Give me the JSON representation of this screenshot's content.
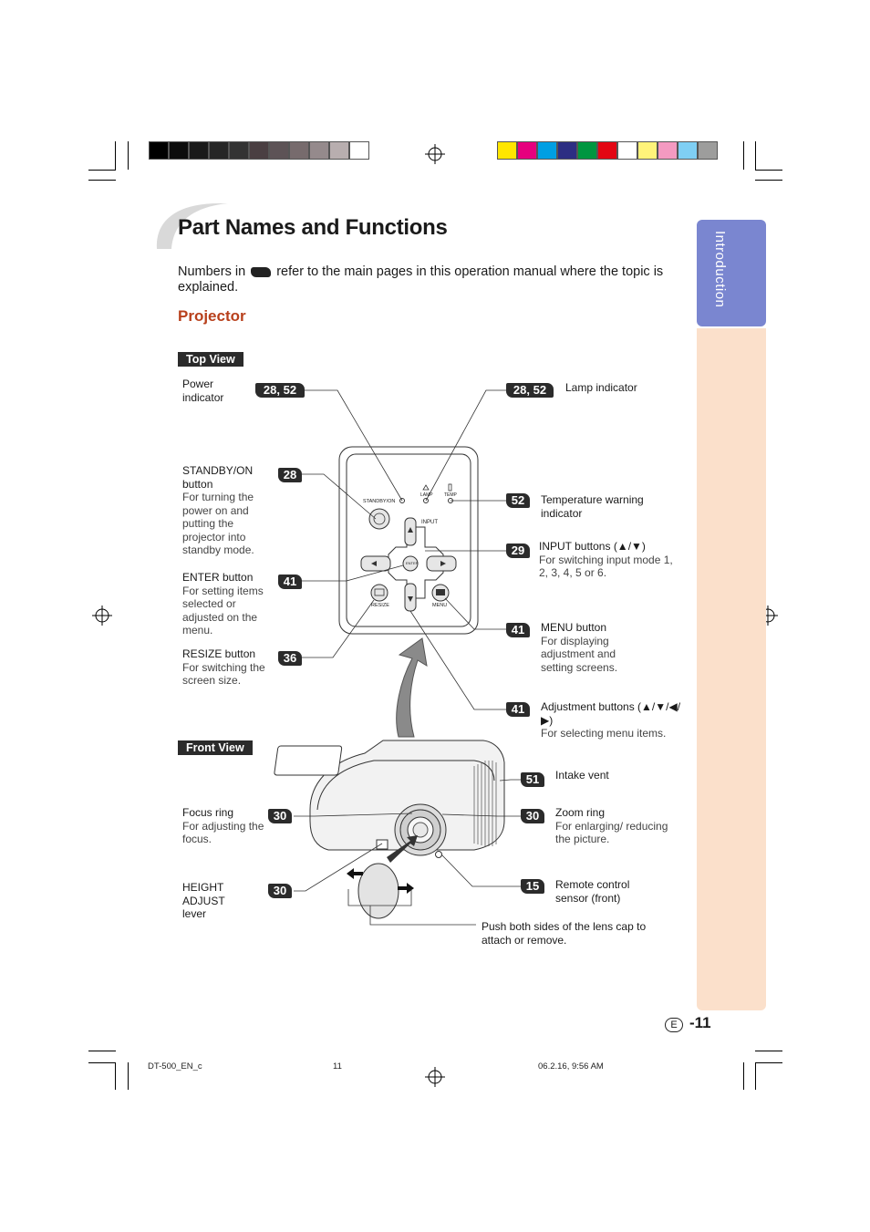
{
  "page": {
    "title": "Part Names and Functions",
    "intro_before": "Numbers in",
    "intro_after": "refer to the main pages in this operation manual where the topic is explained.",
    "section": "Projector",
    "side_tab": "Introduction",
    "page_letter": "E",
    "page_number": "-11"
  },
  "views": {
    "top": "Top View",
    "front": "Front View"
  },
  "callouts": {
    "power": {
      "badge": "28, 52",
      "name": "Power indicator"
    },
    "lamp": {
      "badge": "28, 52",
      "name": "Lamp indicator"
    },
    "standby": {
      "badge": "28",
      "name": "STANDBY/ON button",
      "desc": "For turning the power on and putting the projector into standby mode."
    },
    "temp": {
      "badge": "52",
      "name": "Temperature warning indicator"
    },
    "input": {
      "badge": "29",
      "name": "INPUT buttons (▲/▼)",
      "desc": "For switching input mode 1, 2, 3, 4, 5 or 6."
    },
    "enter": {
      "badge": "41",
      "name": "ENTER button",
      "desc": "For setting items selected or adjusted on the menu."
    },
    "menu": {
      "badge": "41",
      "name": "MENU button",
      "desc": "For displaying adjustment and setting screens."
    },
    "resize": {
      "badge": "36",
      "name": "RESIZE button",
      "desc": "For switching the screen size."
    },
    "adjust": {
      "badge": "41",
      "name": "Adjustment buttons (▲/▼/◀/▶)",
      "desc": "For selecting menu items."
    },
    "intake": {
      "badge": "51",
      "name": "Intake vent"
    },
    "focus": {
      "badge": "30",
      "name": "Focus ring",
      "desc": "For adjusting the focus."
    },
    "zoom": {
      "badge": "30",
      "name": "Zoom ring",
      "desc": "For enlarging/ reducing the picture."
    },
    "height": {
      "badge": "30",
      "name": "HEIGHT ADJUST lever"
    },
    "remote": {
      "badge": "15",
      "name": "Remote control sensor (front)"
    },
    "lenscap": {
      "name": "Push both sides of the lens cap to attach or remove."
    }
  },
  "panel_labels": {
    "standby": "STANDBY/ON",
    "lamp": "LAMP",
    "temp": "TEMP",
    "input": "INPUT",
    "enter": "ENTER",
    "resize": "RESIZE",
    "menu": "MENU"
  },
  "footer": {
    "file": "DT-500_EN_c",
    "page": "11",
    "date": "06.2.16, 9:56 AM"
  },
  "colors": {
    "side_tab": "#7a86d0",
    "side_panel": "#fbe0cb",
    "section": "#b8401c",
    "badge": "#2b2b2b"
  }
}
